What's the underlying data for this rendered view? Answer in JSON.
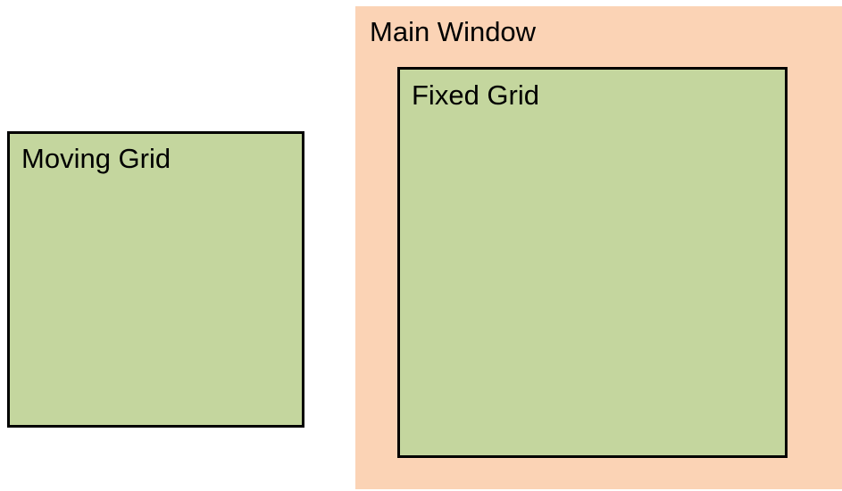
{
  "moving_grid": {
    "label": "Moving Grid",
    "fill_color": "#c4d69e"
  },
  "main_window": {
    "label": "Main Window",
    "fill_color": "#fbd3b5"
  },
  "fixed_grid": {
    "label": "Fixed Grid",
    "fill_color": "#c4d69e"
  },
  "border_color": "#000000"
}
